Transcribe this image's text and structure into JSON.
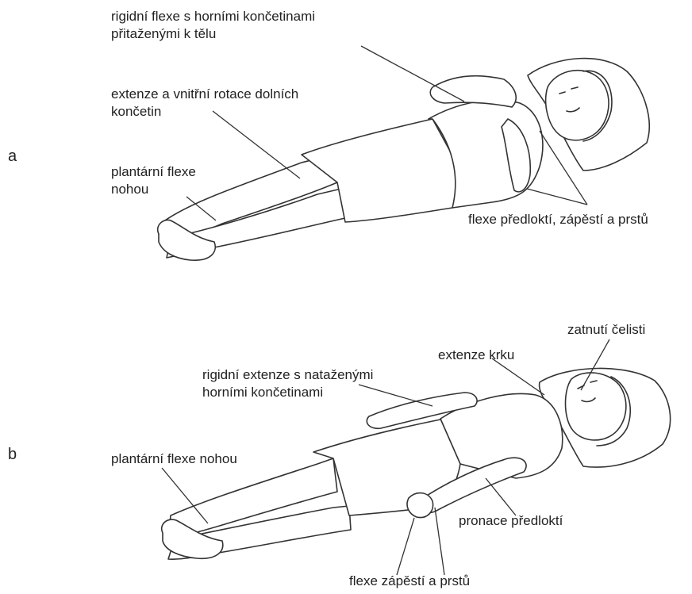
{
  "panels": [
    {
      "letter": "a",
      "labels": {
        "upper_limbs": [
          "rigidní flexe s horními končetinami",
          "přitaženými k tělu"
        ],
        "lower_limbs": [
          "extenze a vnitřní rotace dolních",
          "končetin"
        ],
        "foot": [
          "plantární flexe",
          "nohou"
        ],
        "forearm": "flexe předloktí, zápěstí a prstů"
      }
    },
    {
      "letter": "b",
      "labels": {
        "jaw": "zatnutí čelisti",
        "neck": "extenze krku",
        "upper_limbs": [
          "rigidní extenze s nataženými",
          "horními končetinami"
        ],
        "foot": "plantární flexe nohou",
        "forearm": "pronace předloktí",
        "wrist": "flexe zápěstí a prstů"
      }
    }
  ]
}
